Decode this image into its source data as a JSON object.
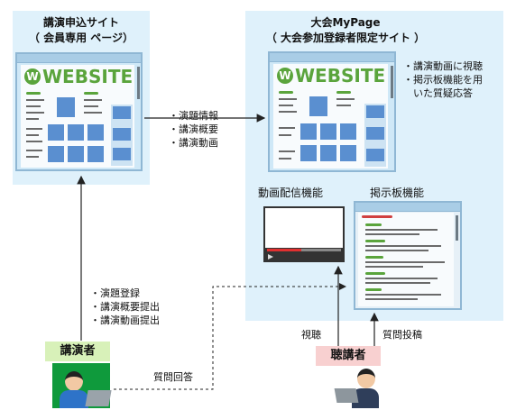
{
  "left_panel": {
    "title_line1": "講演申込サイト",
    "title_line2": "（ 会員専用 ページ）",
    "logo_letter": "W",
    "logo_text": "WEBSITE"
  },
  "right_panel": {
    "title_line1": "大会MyPage",
    "title_line2": "（ 大会参加登録者限定サイト ）",
    "logo_letter": "W",
    "logo_text": "WEBSITE",
    "features": [
      "講演動画に視聴",
      "掲示板機能を用",
      "いた質疑応答"
    ],
    "video_label": "動画配信機能",
    "board_label": "掲示板機能"
  },
  "middle_bullets": [
    "演題情報",
    "講演概要",
    "講演動画"
  ],
  "speaker": {
    "label": "講演者",
    "bullets": [
      "演題登録",
      "講演概要提出",
      "講演動画提出"
    ],
    "qa_label": "質問回答"
  },
  "listener": {
    "label": "聴講者",
    "view_label": "視聴",
    "post_label": "質問投稿"
  },
  "colors": {
    "panel_bg": "#dff1fb",
    "speaker_bg": "#d8f1b9",
    "listener_bg": "#f8d0d0",
    "logo_green": "#5aa43c",
    "tile_blue": "#5a8fd0"
  }
}
